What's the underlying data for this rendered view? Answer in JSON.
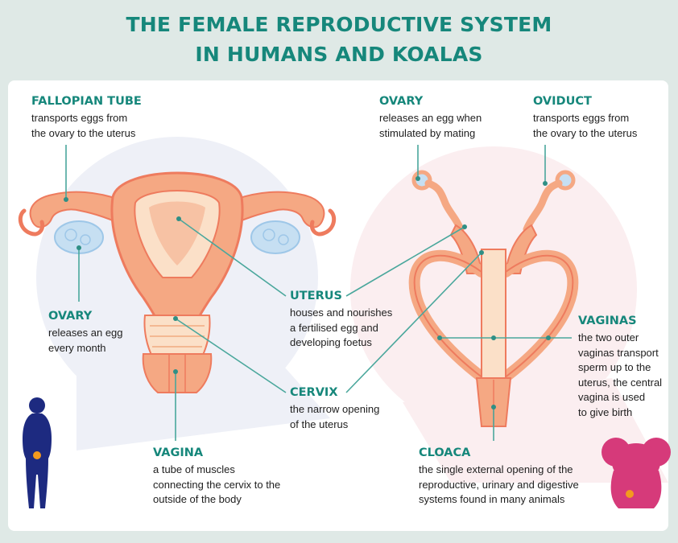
{
  "title": {
    "line1": "THE FEMALE REPRODUCTIVE SYSTEM",
    "line2": "IN HUMANS AND KOALAS"
  },
  "human_labels": {
    "fallopian_tube": {
      "heading": "FALLOPIAN TUBE",
      "lines": [
        "transports eggs from",
        "the ovary to the uterus"
      ]
    },
    "ovary": {
      "heading": "OVARY",
      "lines": [
        "releases an egg",
        "every month"
      ]
    },
    "vagina": {
      "heading": "VAGINA",
      "lines": [
        "a tube of muscles",
        "connecting the cervix to the",
        "outside of the body"
      ]
    }
  },
  "shared_labels": {
    "uterus": {
      "heading": "UTERUS",
      "lines": [
        "houses and nourishes",
        "a fertilised egg and",
        "developing foetus"
      ]
    },
    "cervix": {
      "heading": "CERVIX",
      "lines": [
        "the narrow opening",
        "of the uterus"
      ]
    }
  },
  "koala_labels": {
    "ovary": {
      "heading": "OVARY",
      "lines": [
        "releases an egg when",
        "stimulated by mating"
      ]
    },
    "oviduct": {
      "heading": "OVIDUCT",
      "lines": [
        "transports eggs from",
        "the ovary to the uterus"
      ]
    },
    "vaginas": {
      "heading": "VAGINAS",
      "lines": [
        "the two outer",
        "vaginas transport",
        "sperm up to the",
        "uterus, the central",
        "vagina is used",
        "to give birth"
      ]
    },
    "cloaca": {
      "heading": "CLOACA",
      "lines": [
        "the single external opening of the",
        "reproductive, urinary and digestive",
        "systems found in many animals"
      ]
    }
  },
  "colors": {
    "heading": "#16877b",
    "leader_line": "#4aa79c",
    "human_silhouette": "#1d2a80",
    "koala_silhouette": "#d63a7a",
    "highlight_dot": "#f39a1e",
    "tissue_outer": "#f5a883",
    "tissue_inner": "#ee7b5e",
    "tissue_light": "#fbe0c8",
    "ovary": "#c6dff2"
  }
}
